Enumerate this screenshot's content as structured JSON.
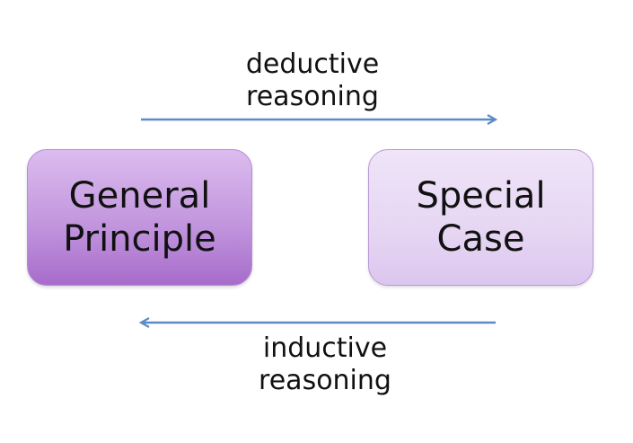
{
  "deductive": {
    "line1": "deductive",
    "line2": "reasoning"
  },
  "inductive": {
    "line1": "inductive",
    "line2": "reasoning"
  },
  "general_principle": {
    "line1": "General",
    "line2": "Principle"
  },
  "special_case": {
    "line1": "Special",
    "line2": "Case"
  },
  "colors": {
    "arrow": "#5b8ac6",
    "general_fill": "#c296de",
    "special_fill": "#e6d6f3"
  }
}
